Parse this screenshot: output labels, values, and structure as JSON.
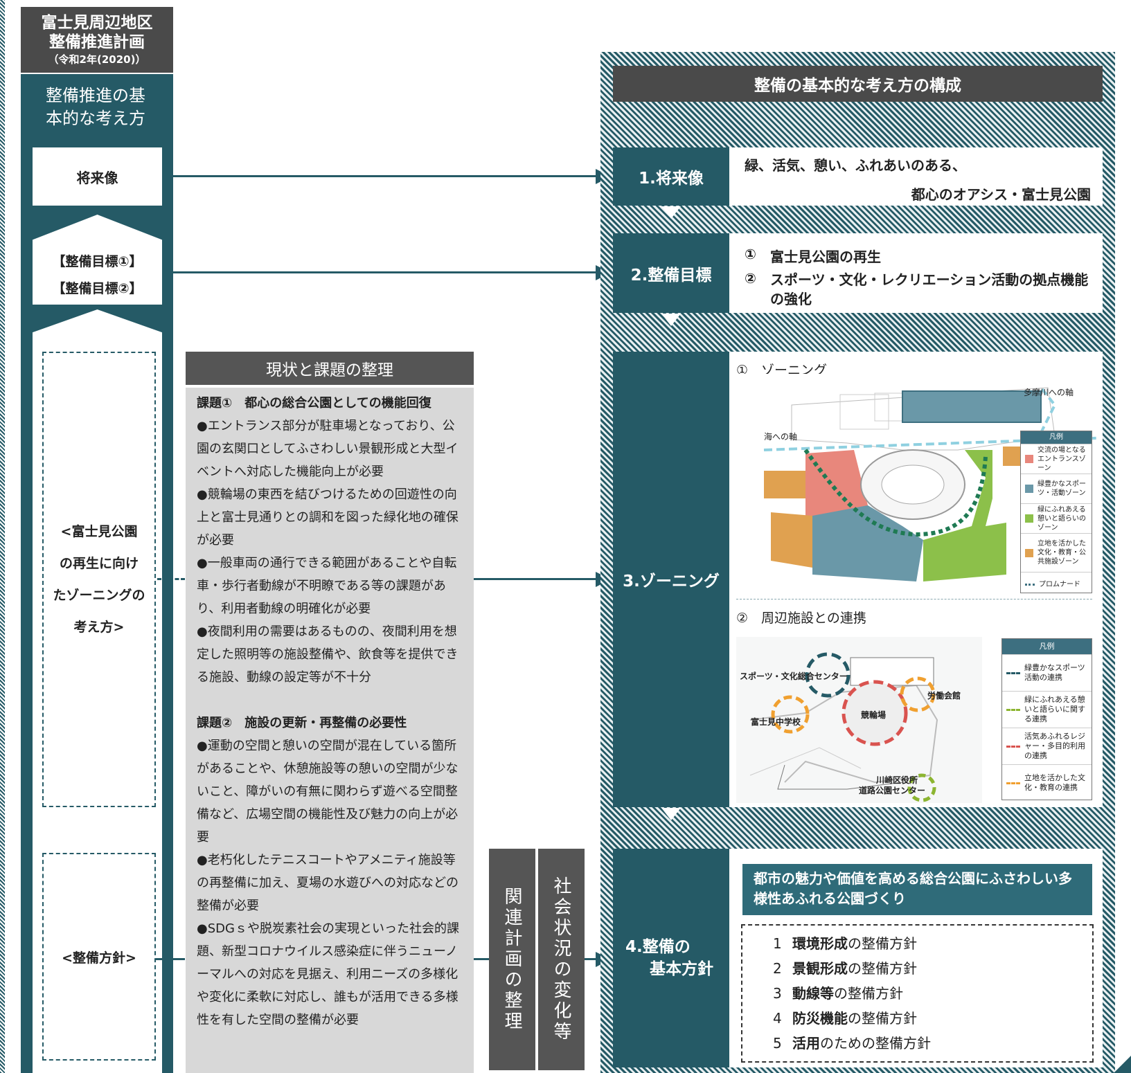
{
  "left": {
    "plan_title_line1": "富士見周辺地区",
    "plan_title_line2": "整備推進計画",
    "plan_year": "（令和2年(2020)）",
    "column_heading": "整備推進の基本的な考え方",
    "future_box": "将来像",
    "goal1": "【整備目標①】",
    "goal2": "【整備目標②】",
    "zoning_lines": [
      "<富士見公園",
      "の再生に向け",
      "たゾーニングの",
      "考え方>"
    ],
    "policy_box": "<整備方針>"
  },
  "issues": {
    "title": "現状と課題の整理",
    "issue1_title": "課題①　都心の総合公園としての機能回復",
    "issue1_points": [
      "●エントランス部分が駐車場となっており、公園の玄関口としてふさわしい景観形成と大型イベントへ対応した機能向上が必要",
      "●競輪場の東西を結びつけるための回遊性の向上と富士見通りとの調和を図った緑化地の確保が必要",
      "●一般車両の通行できる範囲があることや自転車・歩行者動線が不明瞭である等の課題があり、利用者動線の明確化が必要",
      "●夜間利用の需要はあるものの、夜間利用を想定した照明等の施設整備や、飲食等を提供できる施設、動線の設定等が不十分"
    ],
    "issue2_title": "課題②　施設の更新・再整備の必要性",
    "issue2_points": [
      "●運動の空間と憩いの空間が混在している箇所があることや、休憩施設等の憩いの空間が少ないこと、障がいの有無に関わらず遊べる空間整備など、広場空間の機能性及び魅力の向上が必要",
      "●老朽化したテニスコートやアメニティ施設等の再整備に加え、夏場の水遊びへの対応などの整備が必要",
      "●SDGｓや脱炭素社会の実現といった社会的課題、新型コロナウイルス感染症に伴うニューノーマルへの対応を見据え、利用ニーズの多様化や変化に柔軟に対応し、誰もが活用できる多様性を有した空間の整備が必要"
    ]
  },
  "vertical": {
    "related_plans": "関連計画の整理",
    "social_change": "社会状況の変化等"
  },
  "right": {
    "header": "整備の基本的な考え方の構成",
    "s1_label": "1.将来像",
    "s1_line1": "緑、活気、憩い、ふれあいのある、",
    "s1_line2": "都心のオアシス・富士見公園",
    "s2_label": "2.整備目標",
    "s2_item1_num": "①",
    "s2_item1": "富士見公園の再生",
    "s2_item2_num": "②",
    "s2_item2": "スポーツ・文化・レクリエーション活動の拠点機能の強化",
    "s3_label": "3.ゾーニング",
    "zoning_title": "①　ゾーニング",
    "map1_label_tama": "多摩川への軸",
    "map1_label_sea": "海への軸",
    "legend1_title": "凡例",
    "legend1": [
      {
        "color": "#e8877c",
        "text": "交流の場となるエントランスゾーン"
      },
      {
        "color": "#6a98a8",
        "text": "緑豊かなスポーツ・活動ゾーン"
      },
      {
        "color": "#8cc04a",
        "text": "緑にふれあえる憩いと語らいのゾーン"
      },
      {
        "color": "#e0a150",
        "text": "立地を活かした文化・教育・公共施設ゾーン"
      },
      {
        "color": "#3d6f80",
        "text": "プロムナード"
      }
    ],
    "link_title": "②　周辺施設との連携",
    "map2_labels": {
      "sports_center": "スポーツ・文化総合センター",
      "labor_hall": "労働会館",
      "keirin": "競輪場",
      "school": "富士見中学校",
      "ward_office_1": "川崎区役所",
      "ward_office_2": "道路公園センター"
    },
    "legend2_title": "凡例",
    "legend2": [
      {
        "color": "#255a66",
        "text": "緑豊かなスポーツ活動の連携"
      },
      {
        "color": "#8cb531",
        "text": "緑にふれあえる憩いと語らいに関する連携"
      },
      {
        "color": "#d9534f",
        "text": "活気あふれるレジャー・多目的利用の連携"
      },
      {
        "color": "#f0a030",
        "text": "立地を活かした文化・教育の連携"
      }
    ],
    "s4_label_line1": "4.整備の",
    "s4_label_line2": "基本方針",
    "policy_banner": "都市の魅力や価値を高める総合公園にふさわしい多様性あふれる公園づくり",
    "policies": [
      {
        "num": "1",
        "bold": "環境形成",
        "rest": "の整備方針"
      },
      {
        "num": "2",
        "bold": "景観形成",
        "rest": "の整備方針"
      },
      {
        "num": "3",
        "bold": "動線等",
        "rest": "の整備方針"
      },
      {
        "num": "4",
        "bold": "防災機能",
        "rest": "の整備方針"
      },
      {
        "num": "5",
        "bold": "活用",
        "rest": "のための整備方針"
      }
    ]
  }
}
